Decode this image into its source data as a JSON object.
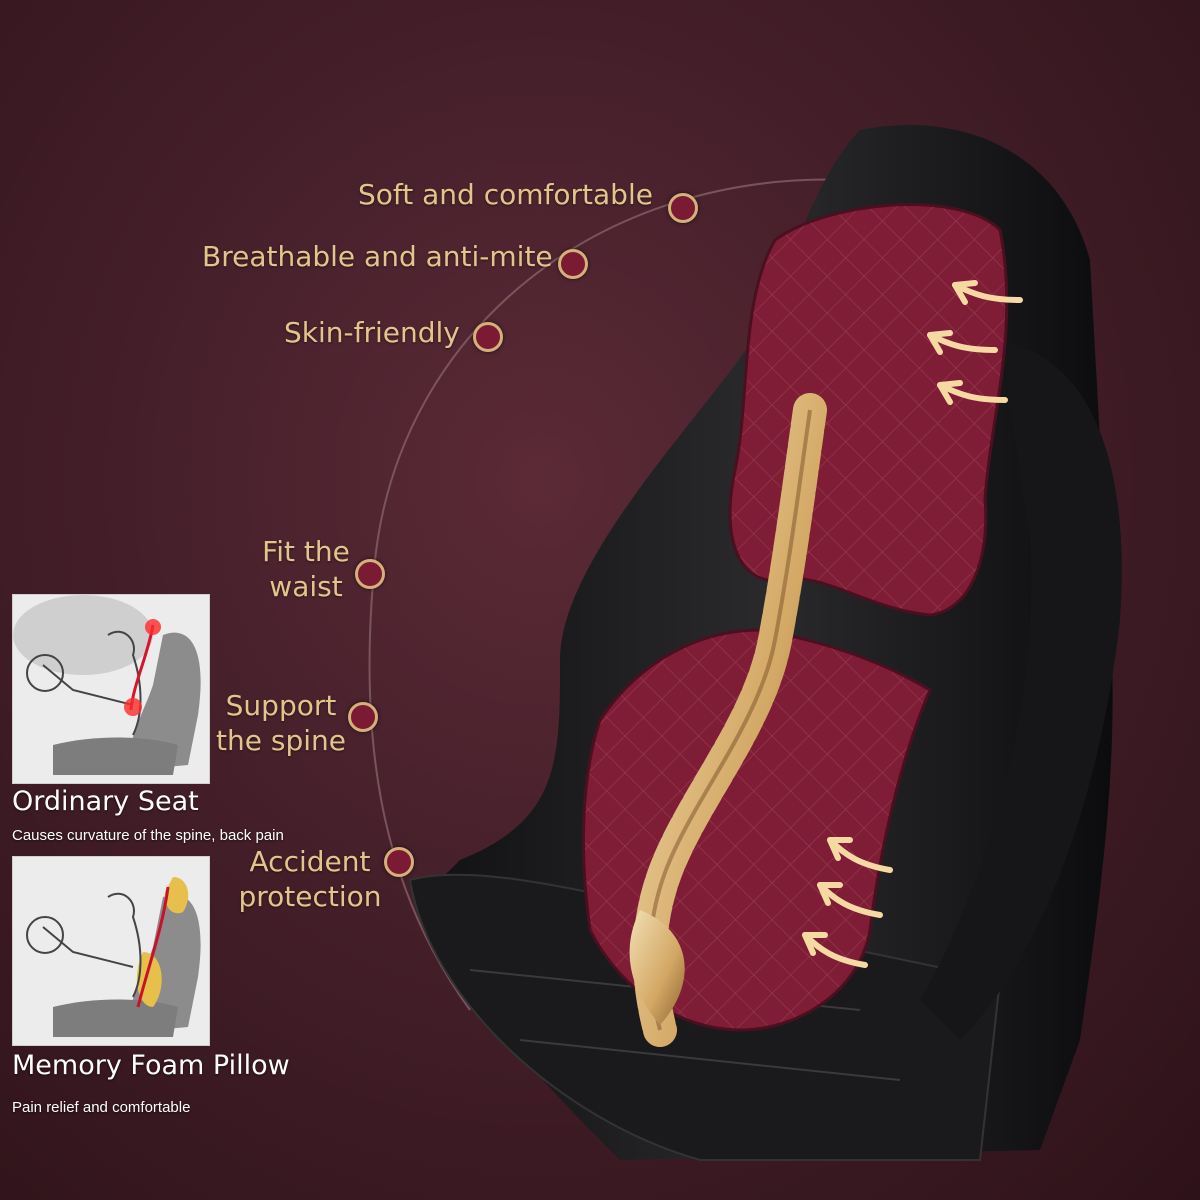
{
  "features": [
    {
      "label": "Soft and comfortable"
    },
    {
      "label": "Breathable and anti-mite"
    },
    {
      "label": "Skin-friendly"
    },
    {
      "label": "Fit the\nwaist"
    },
    {
      "label": "Support\nthe spine"
    },
    {
      "label": "Accident\nprotection"
    }
  ],
  "comparison": {
    "ordinary": {
      "title": "Ordinary Seat",
      "subtitle": "Causes curvature of the spine, back pain"
    },
    "memory": {
      "title": "Memory Foam Pillow",
      "subtitle": "Pain relief and comfortable"
    }
  },
  "colors": {
    "label_gold": "#e2c48c",
    "dot_fill": "#7a1b33",
    "pillow": "#7e1d35",
    "seat_leather": "#1c1c1e"
  },
  "icons": [
    "arrow-icon",
    "spine-illustration",
    "car-seat-illustration"
  ]
}
